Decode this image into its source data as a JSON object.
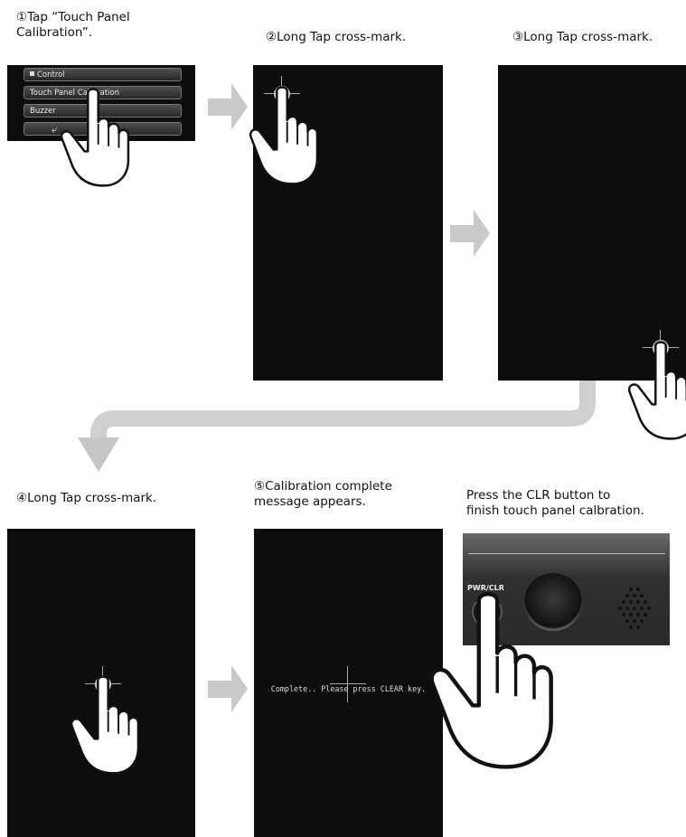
{
  "steps": {
    "s1": "①Tap “Touch Panel\nCalibration”.",
    "s2": "②Long Tap cross-mark.",
    "s3": "③Long Tap cross-mark.",
    "s4": "④Long Tap cross-mark.",
    "s5": "⑤Calibration complete\nmessage appears.",
    "s6": "Press the CLR button to\nfinish touch panel calbration."
  },
  "menu": {
    "control": "Control",
    "touch_panel_calibration": "Touch Panel Calibration",
    "buzzer": "Buzzer",
    "back_glyph": "⤶"
  },
  "complete_message": "Complete.. Please press CLEAR key.",
  "device_panel": {
    "button_label": "PWR/CLR"
  },
  "colors": {
    "screen": "#0d0d0d",
    "arrow": "#c9c9c9"
  },
  "icons": [
    "hand-pointer-icon",
    "crosshair-icon",
    "arrow-right-icon",
    "arrow-curved-icon",
    "back-icon",
    "speaker-grille-icon"
  ]
}
